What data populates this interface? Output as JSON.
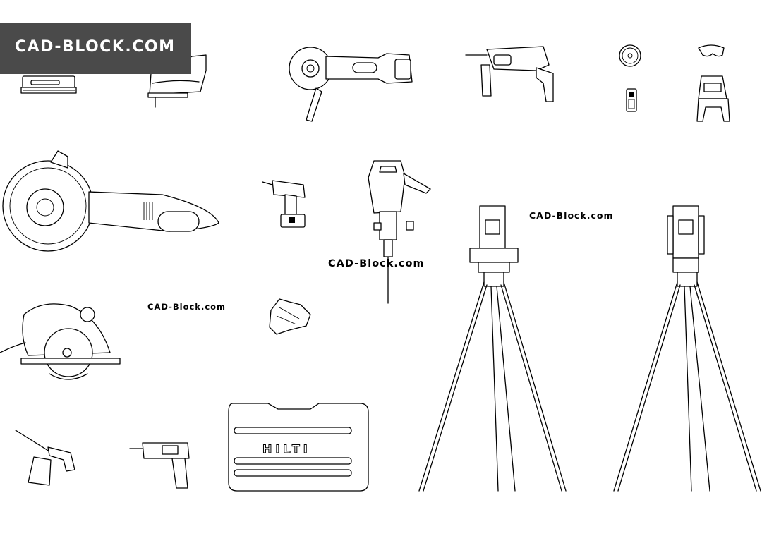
{
  "banner": {
    "text": "CAD-BLOCK.COM",
    "background": "#4a4a4a",
    "color": "#ffffff"
  },
  "watermarks": [
    "CAD-Block.com",
    "CAD-Block.com",
    "CAD-Block.com"
  ],
  "toolcase": {
    "brand": "HILTI"
  },
  "drawings": [
    "orbital-sander",
    "jigsaw",
    "angle-grinder",
    "rotary-hammer-drill",
    "saw-blade",
    "safety-glasses",
    "mobile-phone",
    "cross-line-laser",
    "large-angle-grinder",
    "cordless-drill",
    "demolition-hammer",
    "work-gloves",
    "circular-saw",
    "spray-gun",
    "corded-drill",
    "hilti-tool-case",
    "total-station-tripod",
    "robotic-total-station-tripod"
  ]
}
